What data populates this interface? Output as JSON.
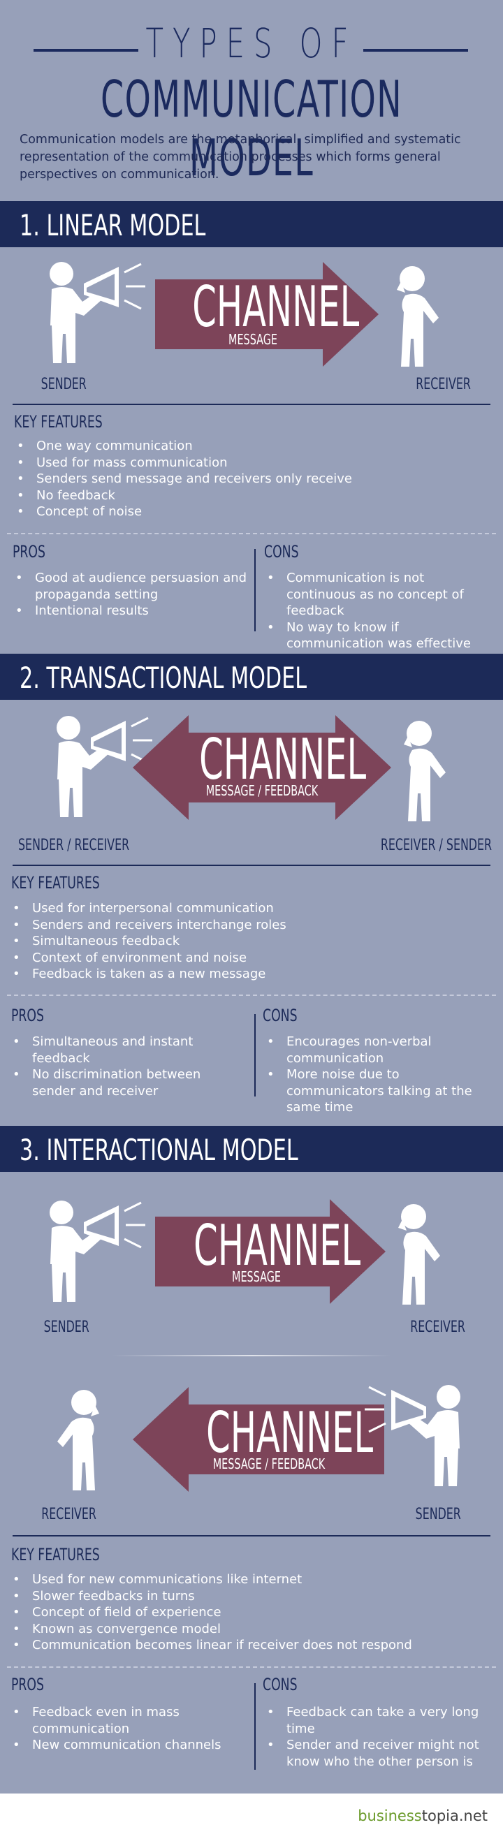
{
  "header": {
    "title_top": "TYPES OF",
    "title_main": "COMMUNICATION MODEL",
    "intro": "Communication models are the metaphorical, simplified and systematic representation of the communication processes which forms general perspectives on communication."
  },
  "linear": {
    "heading": "1. LINEAR MODEL",
    "channel": "CHANNEL",
    "channel_sub": "MESSAGE",
    "left_role": "SENDER",
    "right_role": "RECEIVER",
    "features_title": "KEY FEATURES",
    "features": [
      "One way communication",
      "Used for mass communication",
      "Senders send message and receivers only receive",
      "No feedback",
      "Concept of noise"
    ],
    "pros_title": "PROS",
    "pros": [
      "Good at audience persuasion and propaganda setting",
      "Intentional results"
    ],
    "cons_title": "CONS",
    "cons": [
      "Communication is not continuous as no concept of feedback",
      "No way to know if communication was effective"
    ]
  },
  "transactional": {
    "heading": "2. TRANSACTIONAL MODEL",
    "channel": "CHANNEL",
    "channel_sub": "MESSAGE / FEEDBACK",
    "left_role": "SENDER / RECEIVER",
    "right_role": "RECEIVER / SENDER",
    "features_title": "KEY FEATURES",
    "features": [
      "Used for interpersonal communication",
      "Senders and receivers interchange roles",
      "Simultaneous feedback",
      "Context of environment and noise",
      "Feedback is taken as a new message"
    ],
    "pros_title": "PROS",
    "pros": [
      "Simultaneous and instant feedback",
      "No discrimination between sender and receiver"
    ],
    "cons_title": "CONS",
    "cons": [
      "Encourages non-verbal communication",
      "More noise due to communicators talking at the same time"
    ]
  },
  "interactional": {
    "heading": "3. INTERACTIONAL MODEL",
    "channel1": "CHANNEL",
    "channel1_sub": "MESSAGE",
    "left_role1": "SENDER",
    "right_role1": "RECEIVER",
    "channel2": "CHANNEL",
    "channel2_sub": "MESSAGE / FEEDBACK",
    "left_role2": "RECEIVER",
    "right_role2": "SENDER",
    "features_title": "KEY FEATURES",
    "features": [
      "Used for new communications like internet",
      "Slower feedbacks in turns",
      "Concept of field of experience",
      "Known as convergence model",
      "Communication becomes linear if receiver does not respond"
    ],
    "pros_title": "PROS",
    "pros": [
      "Feedback even in mass communication",
      "New communication channels"
    ],
    "cons_title": "CONS",
    "cons": [
      "Feedback can take a very long time",
      "Sender and receiver might not know who the other person is"
    ]
  },
  "footer": {
    "brand_a": "business",
    "brand_b": "topia.net"
  },
  "colors": {
    "background": "#97a0b9",
    "navy": "#1c2a58",
    "arrow": "#7d4459",
    "white": "#ffffff",
    "brand_green": "#6a9a2a"
  },
  "icons": [
    "megaphone-speaker-figure-icon",
    "listener-figure-icon",
    "arrow-right-icon",
    "double-arrow-icon",
    "arrow-left-icon"
  ]
}
